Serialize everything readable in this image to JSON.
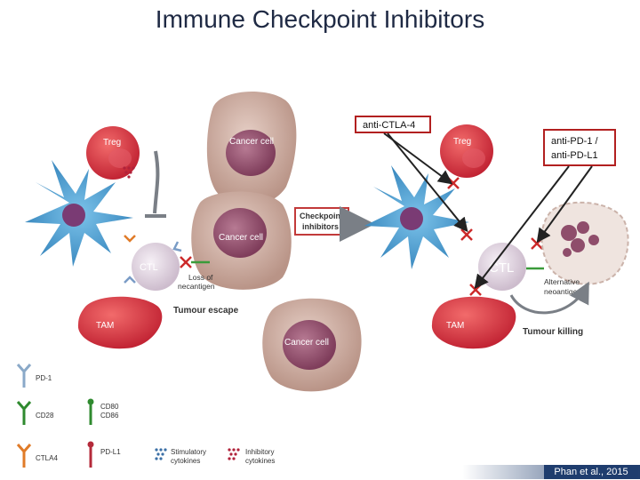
{
  "title": "Immune Checkpoint Inhibitors",
  "left_panel": {
    "treg": "Treg",
    "cancer_cell_top": "Cancer cell",
    "cancer_cell_mid": "Cancer cell",
    "ctl": "CTL",
    "loss_note_1": "Loss of",
    "loss_note_2": "necantigen",
    "tam": "TAM",
    "escape": "Tumour escape",
    "cancer_cell_bottom": "Cancer cell"
  },
  "center_box": {
    "line1": "Checkpoint",
    "line2": "inhibitors"
  },
  "right_panel": {
    "treg": "Treg",
    "ctl": "CTL",
    "alt_1": "Alternative",
    "alt_2": "neoantigen",
    "tam": "TAM",
    "killing": "Tumour killing"
  },
  "callouts": {
    "anti_ctla4": "anti-CTLA-4",
    "anti_pd1_line1": "anti-PD-1 /",
    "anti_pd1_line2": "anti-PD-L1"
  },
  "legend": {
    "pd1": "PD-1",
    "cd28": "CD28",
    "ctla4": "CTLA4",
    "cd80_1": "CD80",
    "cd80_2": "CD86",
    "pdl1": "PD-L1",
    "stim_1": "Stimulatory",
    "stim_2": "cytokines",
    "inhib_1": "Inhibitory",
    "inhib_2": "cytokines"
  },
  "credit": "Phan et al., 2015",
  "colors": {
    "treg": "#d93a4a",
    "cancer": "#c6a79a",
    "cancer_nucleus": "#9a5a74",
    "dendritic": "#4d9fd1",
    "ctl": "#e6dbe6",
    "tam": "#d93a4a",
    "inhibit_x": "#cc2a2a",
    "callout_border": "#b22020"
  }
}
